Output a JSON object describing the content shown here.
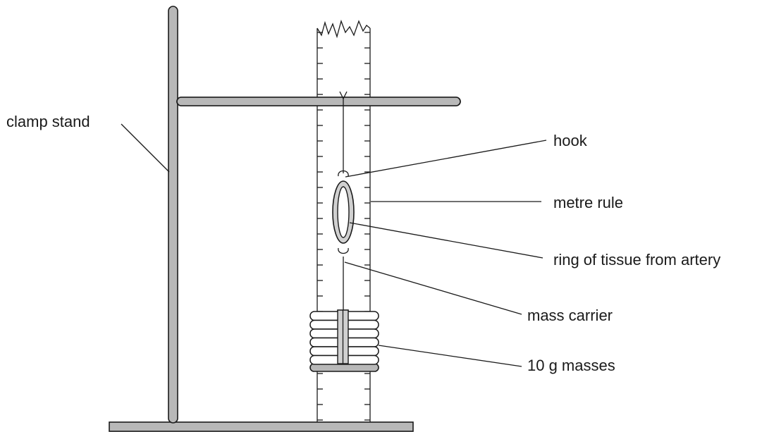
{
  "labels": {
    "clamp_stand": "clamp stand",
    "hook": "hook",
    "metre_rule": "metre rule",
    "ring": "ring of tissue from artery",
    "mass_carrier": "mass carrier",
    "masses": "10 g masses"
  },
  "colors": {
    "stand_fill": "#b8b8b8",
    "ring_fill": "#d0d0d0",
    "outline": "#1a1a1a"
  }
}
